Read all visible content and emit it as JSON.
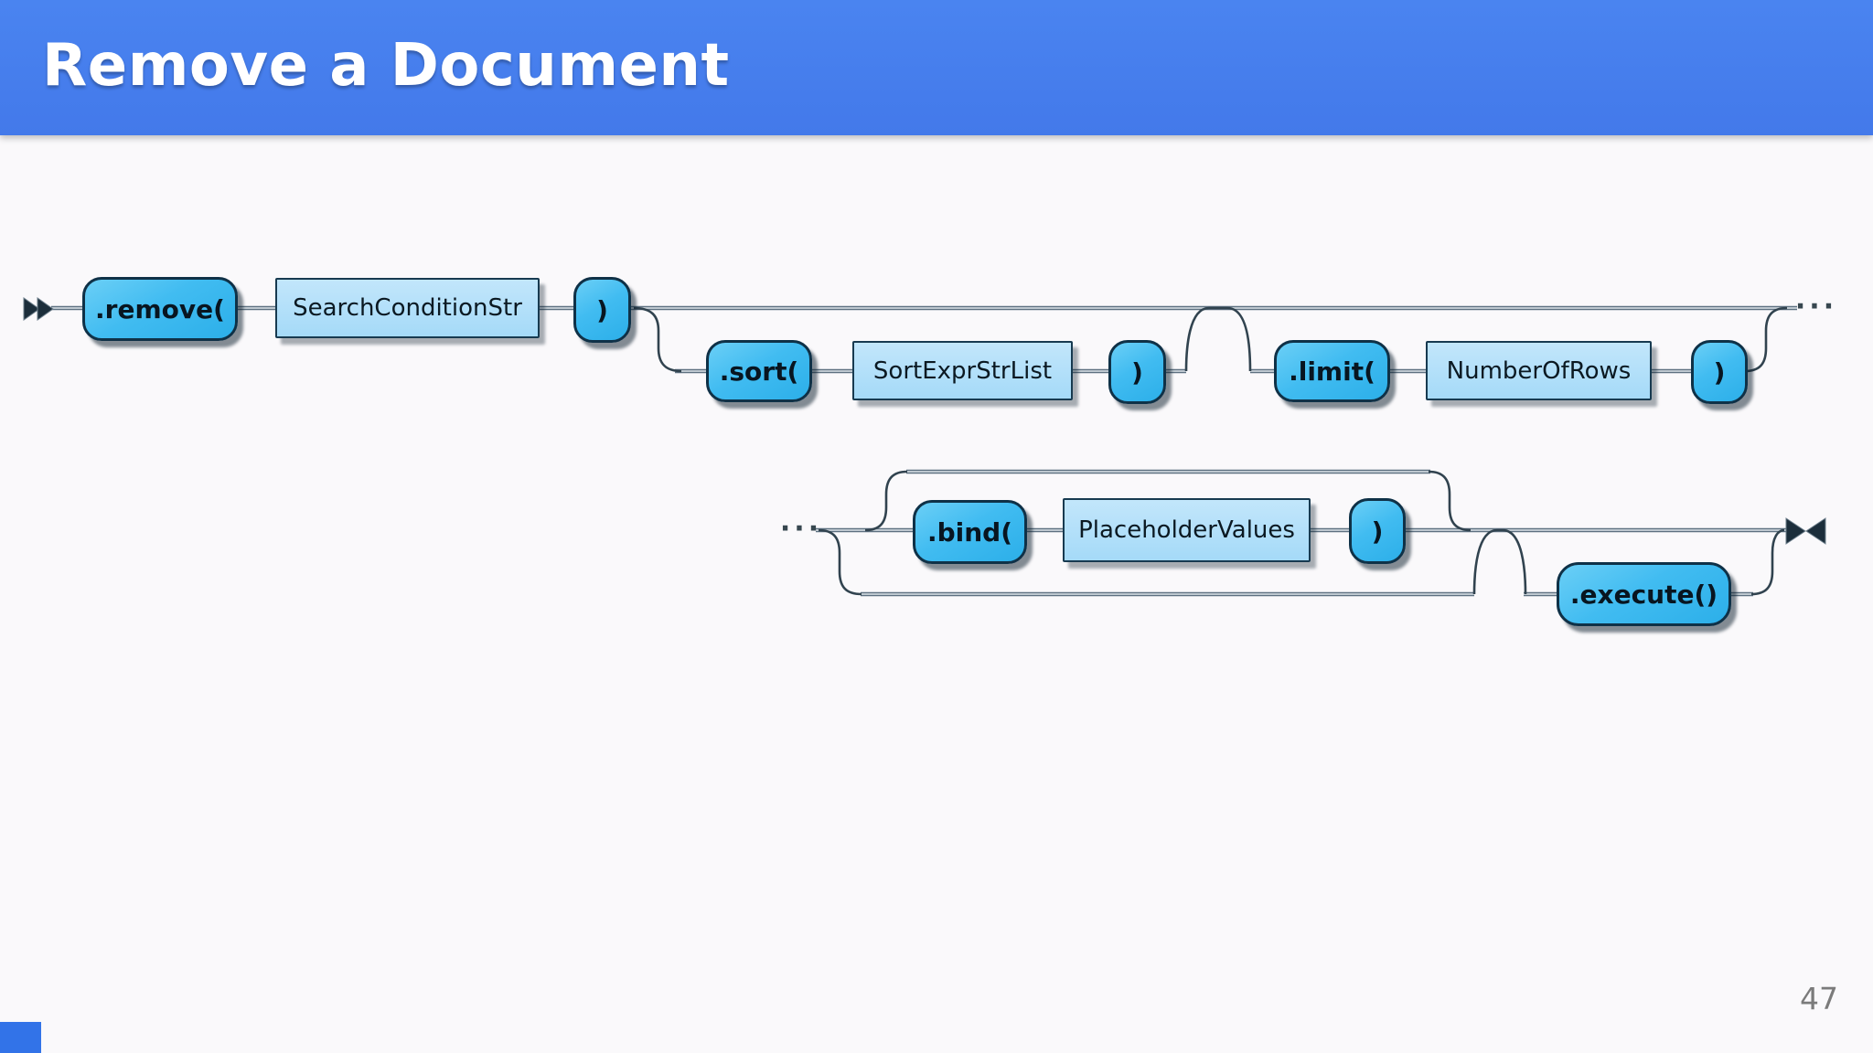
{
  "slide": {
    "title": "Remove a Document",
    "page_number": "47"
  },
  "labels": {
    "remove": ".remove(",
    "search_condition_str": "SearchConditionStr",
    "close_paren": ")",
    "sort": ".sort(",
    "sort_expr_str_list": "SortExprStrList",
    "limit": ".limit(",
    "number_of_rows": "NumberOfRows",
    "bind": ".bind(",
    "placeholder_values": "PlaceholderValues",
    "execute": ".execute()",
    "dots": "···"
  },
  "diagram": {
    "type": "railroad-syntax-diagram",
    "row1": {
      "start": "begin-arrows",
      "sequence": [
        ".remove(",
        "SearchConditionStr",
        ")"
      ],
      "optional_groups": [
        [
          ".sort(",
          "SortExprStrList",
          ")"
        ],
        [
          ".limit(",
          "NumberOfRows",
          ")"
        ]
      ],
      "end": "continuation-dots"
    },
    "row2": {
      "start": "continuation-dots",
      "repeatable_optional_group": [
        ".bind(",
        "PlaceholderValues",
        ")"
      ],
      "optional_terminal": ".execute()",
      "end": "end-arrows"
    }
  },
  "colors": {
    "header_blue": "#4379ea",
    "terminal_fill": "#41bcf1",
    "nonterminal_fill": "#a5daf8",
    "rail_gray": "#5d7080",
    "connector_dark": "#31434f",
    "arrow_dark": "#1c2e3b",
    "page_number_gray": "#7b7b7b"
  }
}
